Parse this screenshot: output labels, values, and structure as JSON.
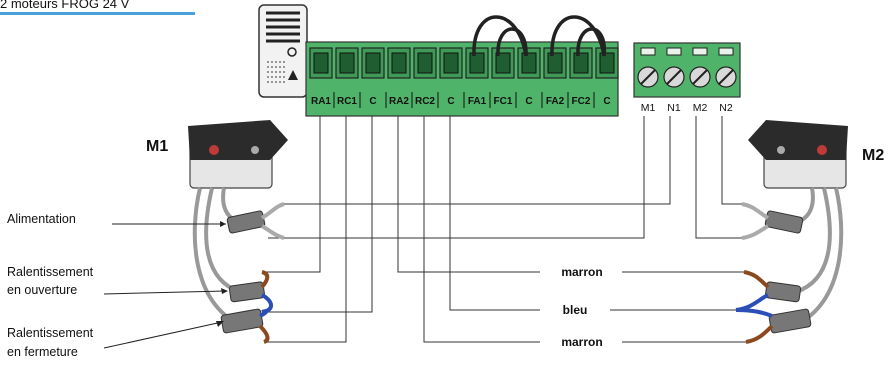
{
  "header": {
    "title": "2 moteurs FROG 24 V",
    "accent": "#4aa0d8"
  },
  "controller": {
    "terminals": [
      "RA1",
      "RC1",
      "C",
      "RA2",
      "RC2",
      "C",
      "FA1",
      "FC1",
      "C",
      "FA2",
      "FC2",
      "C"
    ],
    "color": "#4fb36a"
  },
  "connector": {
    "terminals": [
      "M1",
      "N1",
      "M2",
      "N2"
    ],
    "color": "#4fb36a"
  },
  "motors": {
    "left": "M1",
    "right": "M2"
  },
  "labels": {
    "power": "Alimentation",
    "slow_open_1": "Ralentissement",
    "slow_open_2": "en ouverture",
    "slow_close_1": "Ralentissement",
    "slow_close_2": "en fermeture"
  },
  "wires": {
    "top": "marron",
    "middle": "bleu",
    "bottom": "marron",
    "colors": {
      "brown": "#8b4a1e",
      "blue": "#2b4fb8",
      "gray": "#9a9a9a"
    }
  }
}
